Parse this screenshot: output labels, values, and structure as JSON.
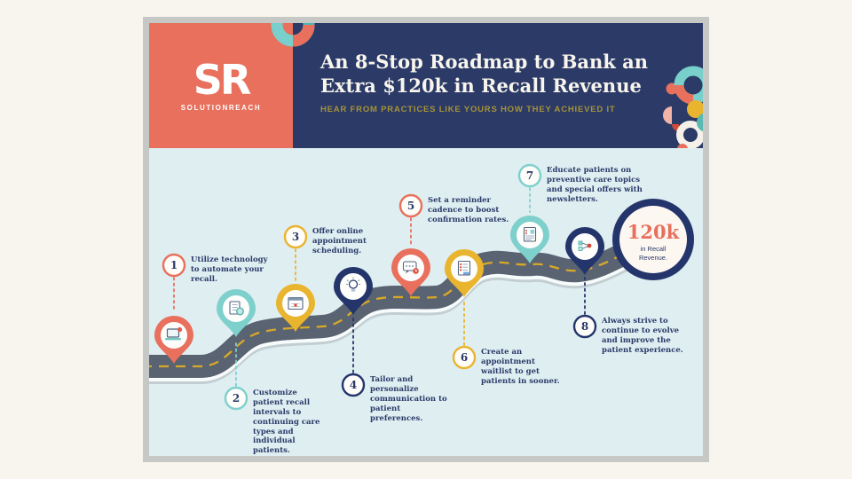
{
  "header": {
    "logo": {
      "monogram": "SR",
      "brand": "SOLUTIONREACH"
    },
    "title_line1": "An 8-Stop Roadmap to Bank an",
    "title_line2": "Extra $120k in Recall Revenue",
    "subtitle": "HEAR FROM PRACTICES LIKE YOURS HOW THEY ACHIEVED IT"
  },
  "goal": {
    "value": "120k",
    "caption_line1": "in Recall",
    "caption_line2": "Revenue."
  },
  "stops": [
    {
      "number": "1",
      "color": "#e8705c",
      "icon": "laptop-icon",
      "text": "Utilize technology to automate your recall."
    },
    {
      "number": "2",
      "color": "#7ed0cc",
      "icon": "document-search-icon",
      "text": "Customize patient recall intervals to continuing care types and individual patients."
    },
    {
      "number": "3",
      "color": "#e9b42e",
      "icon": "calendar-icon",
      "text": "Offer online appointment scheduling."
    },
    {
      "number": "4",
      "color": "#24356b",
      "icon": "lightbulb-icon",
      "text": "Tailor and personalize communication to patient preferences."
    },
    {
      "number": "5",
      "color": "#e8705c",
      "icon": "chat-reminder-icon",
      "text": "Set a reminder cadence to boost confirmation rates."
    },
    {
      "number": "6",
      "color": "#e9b42e",
      "icon": "waitlist-icon",
      "text": "Create an appointment waitlist to get patients in sooner."
    },
    {
      "number": "7",
      "color": "#7ed0cc",
      "icon": "newsletter-icon",
      "text": "Educate patients on preventive care topics and special offers with newsletters."
    },
    {
      "number": "8",
      "color": "#24356b",
      "icon": "workflow-icon",
      "text": "Always strive to continue to evolve and improve the patient experience."
    }
  ],
  "colors": {
    "page_bg": "#f8f5ee",
    "card_border": "#c6c8c6",
    "body_bg": "#dfeef1",
    "brand_coral": "#e8705c",
    "brand_navy": "#2b3a67",
    "accent_teal": "#7ed0cc",
    "accent_yellow": "#e9b42e",
    "accent_navy_dark": "#24356b",
    "road_gray": "#5a6371",
    "road_dash_yellow": "#d8a928",
    "subtitle_gold": "#a79336",
    "text_navy": "#2a3a68",
    "goal_value_coral": "#e8705c"
  }
}
